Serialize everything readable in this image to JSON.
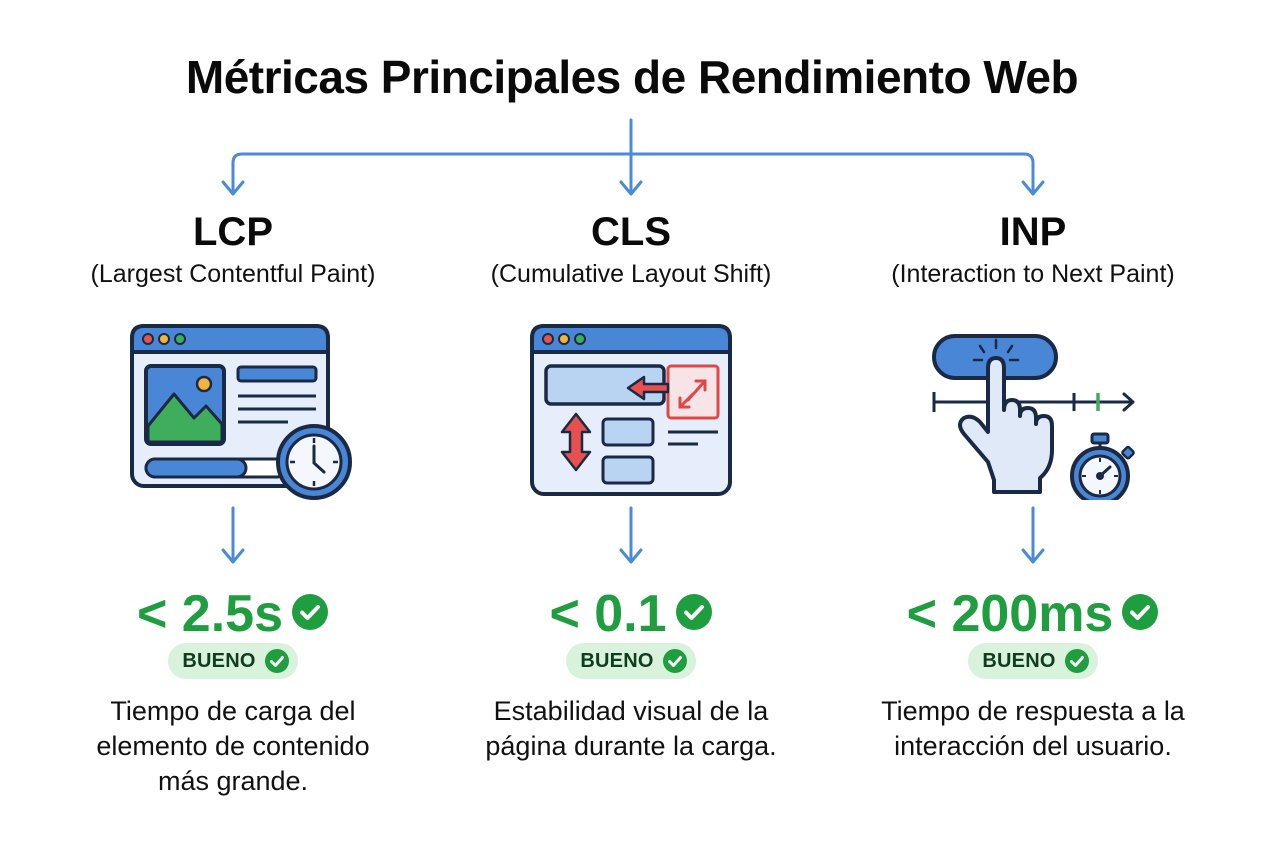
{
  "title": "Métricas Principales de Rendimiento Web",
  "colors": {
    "connector_blue": "#4a8ad8",
    "good_green": "#1e9e3e",
    "badge_bg": "#d8f2dc",
    "badge_text": "#103d1c",
    "icon_blue": "#4a86d6",
    "icon_light": "#e6eefb",
    "icon_outline": "#1b2a44",
    "shift_red": "#e04848",
    "image_green": "#3fae5c",
    "sun_yellow": "#f2b53a"
  },
  "metrics": [
    {
      "abbr": "LCP",
      "full_name": "(Largest Contentful Paint)",
      "icon": "browser-image-clock-icon",
      "threshold": "< 2.5s",
      "status": "BUENO",
      "description_lines": [
        "Tiempo de carga del",
        "elemento de contenido",
        "más grande."
      ]
    },
    {
      "abbr": "CLS",
      "full_name": "(Cumulative Layout Shift)",
      "icon": "browser-layout-shift-icon",
      "threshold": "< 0.1",
      "status": "BUENO",
      "description_lines": [
        "Estabilidad visual de la",
        "página durante la carga."
      ]
    },
    {
      "abbr": "INP",
      "full_name": "(Interaction to Next Paint)",
      "icon": "hand-tap-stopwatch-icon",
      "threshold": "< 200ms",
      "status": "BUENO",
      "description_lines": [
        "Tiempo de respuesta a la",
        "interacción del usuario."
      ]
    }
  ]
}
